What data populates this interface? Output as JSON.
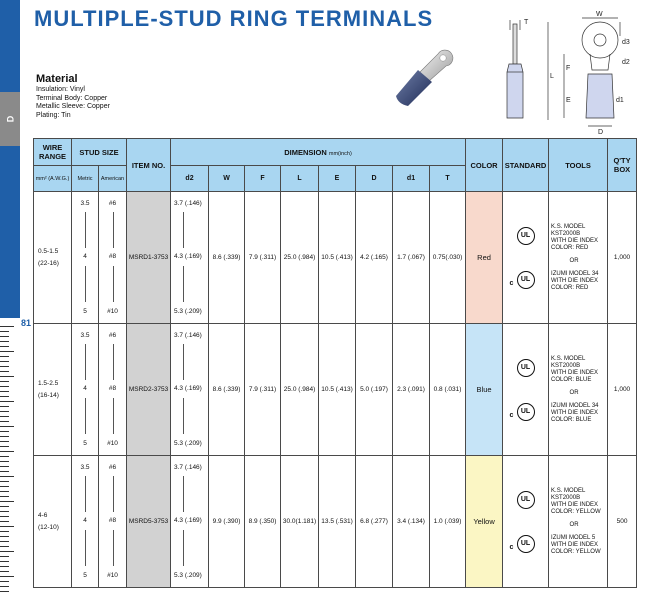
{
  "title": "MULTIPLE-STUD RING TERMINALS",
  "side_tab": "D",
  "page_number": "81",
  "material": {
    "heading": "Material",
    "lines": [
      "Insulation: Vinyl",
      "Terminal Body: Copper",
      "Metallic Sleeve: Copper",
      "Plating: Tin"
    ]
  },
  "diagram_labels": {
    "t": "T",
    "w": "W",
    "d3": "d3",
    "d2": "d2",
    "f": "F",
    "l": "L",
    "e": "E",
    "d1": "d1",
    "d": "D"
  },
  "table": {
    "headers": {
      "wire_range": "WIRE RANGE",
      "wire_units": "mm² (A.W.G.)",
      "stud_size": "STUD SIZE",
      "metric": "Metric",
      "american": "American",
      "item_no": "ITEM NO.",
      "dimension": "DIMENSION",
      "dimension_unit": "mm(inch)",
      "d2": "d2",
      "w": "W",
      "f": "F",
      "l": "L",
      "e": "E",
      "d": "D",
      "d1": "d1",
      "t": "T",
      "color": "COLOR",
      "standard": "STANDARD",
      "tools": "TOOLS",
      "qty": "Q'TY BOX"
    },
    "rows": [
      {
        "wire_range": "0.5-1.5",
        "awg": "(22-16)",
        "metric": [
          "3.5",
          "4",
          "5"
        ],
        "american": [
          "#6",
          "#8",
          "#10"
        ],
        "item_no": "MSRD1-3753",
        "d2": [
          "3.7 (.146)",
          "4.3 (.169)",
          "5.3 (.209)"
        ],
        "w": "8.6 (.339)",
        "f": "7.9 (.311)",
        "l": "25.0 (.984)",
        "e": "10.5 (.413)",
        "d": "4.2 (.165)",
        "d1": "1.7 (.067)",
        "t": "0.75(.030)",
        "color": "Red",
        "tools_a": [
          "K.S. MODEL",
          "KST2000B",
          "WITH DIE INDEX",
          "COLOR: RED"
        ],
        "or": "OR",
        "tools_b": [
          "IZUMI MODEL 34",
          "WITH DIE INDEX",
          "COLOR: RED"
        ],
        "qty": "1,000"
      },
      {
        "wire_range": "1.5-2.5",
        "awg": "(16-14)",
        "metric": [
          "3.5",
          "4",
          "5"
        ],
        "american": [
          "#6",
          "#8",
          "#10"
        ],
        "item_no": "MSRD2-3753",
        "d2": [
          "3.7 (.146)",
          "4.3 (.169)",
          "5.3 (.209)"
        ],
        "w": "8.6 (.339)",
        "f": "7.9 (.311)",
        "l": "25.0 (.984)",
        "e": "10.5 (.413)",
        "d": "5.0 (.197)",
        "d1": "2.3 (.091)",
        "t": "0.8 (.031)",
        "color": "Blue",
        "tools_a": [
          "K.S. MODEL",
          "KST2000B",
          "WITH DIE INDEX",
          "COLOR: BLUE"
        ],
        "or": "OR",
        "tools_b": [
          "IZUMI MODEL 34",
          "WITH DIE INDEX",
          "COLOR: BLUE"
        ],
        "qty": "1,000"
      },
      {
        "wire_range": "4-6",
        "awg": "(12-10)",
        "metric": [
          "3.5",
          "4",
          "5"
        ],
        "american": [
          "#6",
          "#8",
          "#10"
        ],
        "item_no": "MSRD5-3753",
        "d2": [
          "3.7 (.146)",
          "4.3 (.169)",
          "5.3 (.209)"
        ],
        "w": "9.9 (.390)",
        "f": "8.9 (.350)",
        "l": "30.0(1.181)",
        "e": "13.5 (.531)",
        "d": "6.8 (.277)",
        "d1": "3.4 (.134)",
        "t": "1.0 (.039)",
        "color": "Yellow",
        "tools_a": [
          "K.S. MODEL",
          "KST2000B",
          "WITH DIE INDEX",
          "COLOR: YELLOW"
        ],
        "or": "OR",
        "tools_b": [
          "IZUMI MODEL 5",
          "WITH DIE INDEX",
          "COLOR: YELLOW"
        ],
        "qty": "500"
      }
    ],
    "standard_mark": "UL",
    "standard_c": "c"
  }
}
